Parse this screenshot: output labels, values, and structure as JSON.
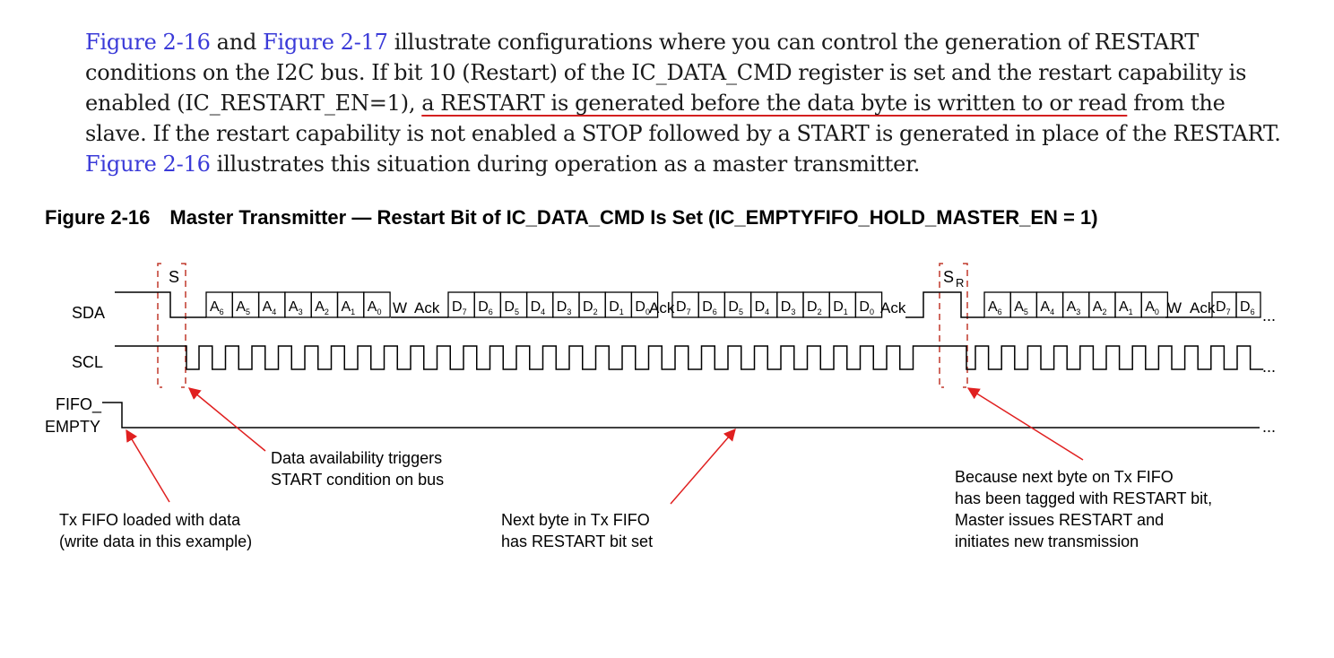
{
  "paragraph": {
    "fig16_link": "Figure 2-16",
    "and": "and",
    "fig17_link": "Figure 2-17",
    "text1": "illustrate configurations where you can control the generation of RESTART conditions on the I2C bus. If bit 10 (Restart) of the IC_DATA_CMD register is set and the restart capability is enabled (IC_RESTART_EN=1),",
    "underlined": "a RESTART is generated before the data byte is written to or read",
    "text2": "from the slave. If the restart capability is not enabled a STOP followed by a START is generated in place of the RESTART.",
    "fig16_link_2": "Figure 2-16",
    "text3": "illustrates this situation during operation as a master transmitter."
  },
  "caption": {
    "number": "Figure 2-16",
    "title": "Master Transmitter — Restart Bit of IC_DATA_CMD Is Set (IC_EMPTYFIFO_HOLD_MASTER_EN = 1)"
  },
  "signals": {
    "sda": "SDA",
    "scl": "SCL",
    "fifo_empty_line1": "FIFO_",
    "fifo_empty_line2": "EMPTY"
  },
  "markers": {
    "start": "S",
    "restart_s": "S",
    "restart_r": "R"
  },
  "sda_cells": {
    "address": [
      "A6",
      "A5",
      "A4",
      "A3",
      "A2",
      "A1",
      "A0"
    ],
    "write": "W",
    "ack": "Ack",
    "data": [
      "D7",
      "D6",
      "D5",
      "D4",
      "D3",
      "D2",
      "D1",
      "D0"
    ],
    "ellipsis": "..."
  },
  "annotations": {
    "start_trigger": [
      "Data availability triggers",
      "START condition on bus"
    ],
    "fifo_loaded": [
      "Tx FIFO loaded with data",
      "(write data in this example)"
    ],
    "next_byte": [
      "Next byte in Tx FIFO",
      "has RESTART bit set"
    ],
    "because": [
      "Because next byte on Tx FIFO",
      "has been tagged with RESTART bit,",
      "Master issues RESTART and",
      "initiates new transmission"
    ]
  },
  "colors": {
    "link": "#3a3ad8",
    "underline": "#d42020",
    "arrow": "#e02020",
    "dash_box": "#c0392b",
    "trace": "#000000"
  }
}
